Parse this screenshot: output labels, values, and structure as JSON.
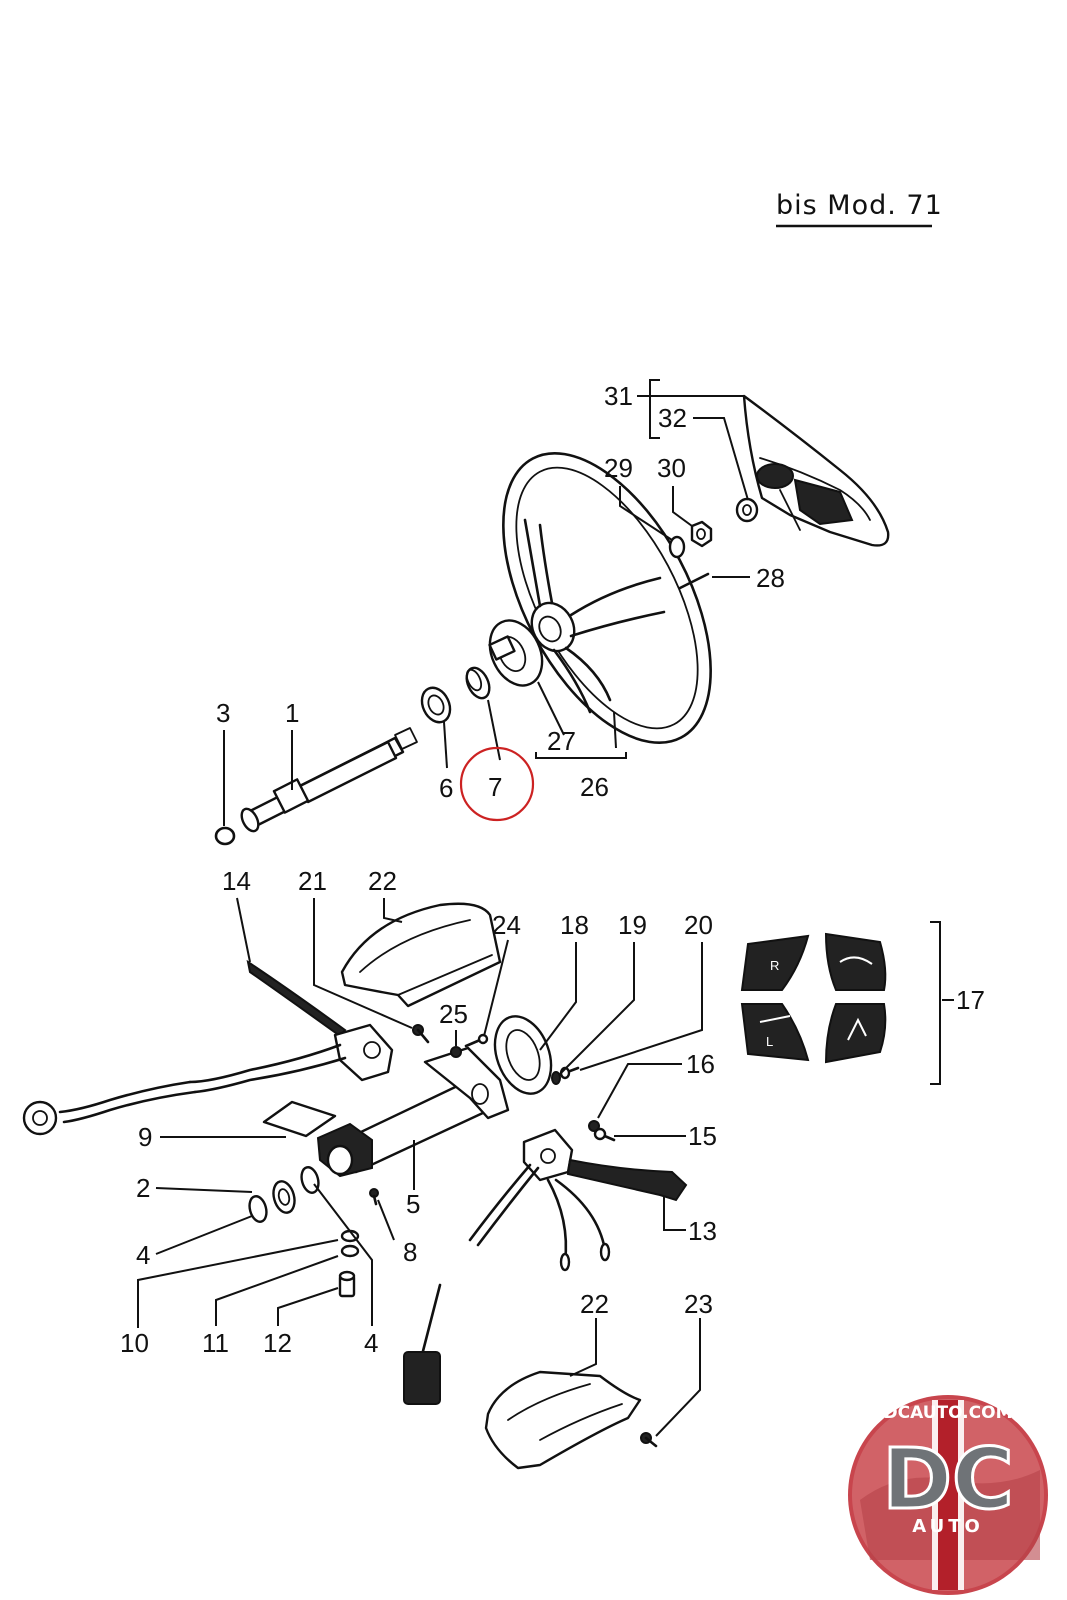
{
  "header": {
    "model_note": "bis Mod. 71"
  },
  "callouts": {
    "c1": "1",
    "c2": "2",
    "c3": "3",
    "c4a": "4",
    "c4b": "4",
    "c5": "5",
    "c6": "6",
    "c7": "7",
    "c8": "8",
    "c9": "9",
    "c10": "10",
    "c11": "11",
    "c12": "12",
    "c13": "13",
    "c14": "14",
    "c15": "15",
    "c16": "16",
    "c17": "17",
    "c18": "18",
    "c19": "19",
    "c20": "20",
    "c21": "21",
    "c22a": "22",
    "c22b": "22",
    "c23": "23",
    "c24": "24",
    "c25": "25",
    "c26": "26",
    "c27": "27",
    "c28": "28",
    "c29": "29",
    "c30": "30",
    "c31": "31",
    "c32": "32"
  },
  "highlight": {
    "circled_part": "7",
    "color": "#cc2222"
  },
  "switch_symbols": [
    "R",
    "L"
  ],
  "logo": {
    "website": "DCAUTO.COM",
    "initials": "DC",
    "word": "AUTO",
    "accent": "#b3202a"
  }
}
